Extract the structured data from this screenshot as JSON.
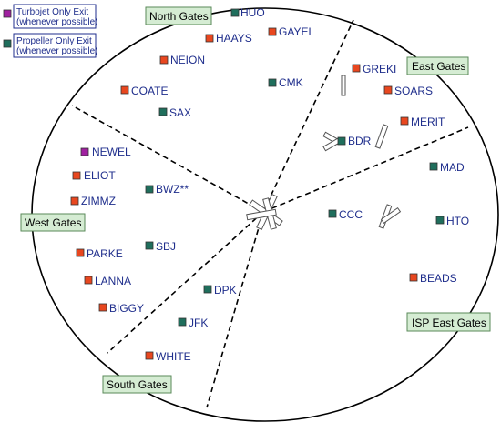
{
  "colors": {
    "turbojet": "#e8471f",
    "propeller": "#1f6e5c",
    "legend_turbojet": "#a020a0",
    "text": "#1f2e8c",
    "gate_fill": "#d5ecd3",
    "gate_border": "#5a8a5a",
    "circle": "#000000"
  },
  "legend": [
    {
      "line1": "Turbojet Only Exit",
      "line2": "(whenever possible)",
      "color_key": "legend_turbojet"
    },
    {
      "line1": "Propeller Only Exit",
      "line2": "(whenever possible)",
      "color_key": "propeller"
    }
  ],
  "gates": {
    "north": "North Gates",
    "east": "East Gates",
    "west": "West Gates",
    "south": "South Gates",
    "isp_east": "ISP East Gates"
  },
  "fixes": {
    "huo": {
      "label": "HUO",
      "kind": "propeller"
    },
    "gayel": {
      "label": "GAYEL",
      "kind": "turbojet"
    },
    "haays": {
      "label": "HAAYS",
      "kind": "turbojet"
    },
    "neion": {
      "label": "NEION",
      "kind": "turbojet"
    },
    "cmk": {
      "label": "CMK",
      "kind": "propeller"
    },
    "coate": {
      "label": "COATE",
      "kind": "turbojet"
    },
    "sax": {
      "label": "SAX",
      "kind": "propeller"
    },
    "greki": {
      "label": "GREKI",
      "kind": "turbojet"
    },
    "soars": {
      "label": "SOARS",
      "kind": "turbojet"
    },
    "merit": {
      "label": "MERIT",
      "kind": "turbojet"
    },
    "bdr": {
      "label": "BDR",
      "kind": "propeller"
    },
    "newel": {
      "label": "NEWEL",
      "kind": "legend_turbojet"
    },
    "eliot": {
      "label": "ELIOT",
      "kind": "turbojet"
    },
    "bwz": {
      "label": "BWZ**",
      "kind": "propeller"
    },
    "zimmz": {
      "label": "ZIMMZ",
      "kind": "turbojet"
    },
    "mad": {
      "label": "MAD",
      "kind": "propeller"
    },
    "ccc": {
      "label": "CCC",
      "kind": "propeller"
    },
    "hto": {
      "label": "HTO",
      "kind": "propeller"
    },
    "parke": {
      "label": "PARKE",
      "kind": "turbojet"
    },
    "sbj": {
      "label": "SBJ",
      "kind": "propeller"
    },
    "lanna": {
      "label": "LANNA",
      "kind": "turbojet"
    },
    "biggy": {
      "label": "BIGGY",
      "kind": "turbojet"
    },
    "dpk": {
      "label": "DPK",
      "kind": "propeller"
    },
    "beads": {
      "label": "BEADS",
      "kind": "turbojet"
    },
    "jfk": {
      "label": "JFK",
      "kind": "propeller"
    },
    "white": {
      "label": "WHITE",
      "kind": "turbojet"
    }
  }
}
